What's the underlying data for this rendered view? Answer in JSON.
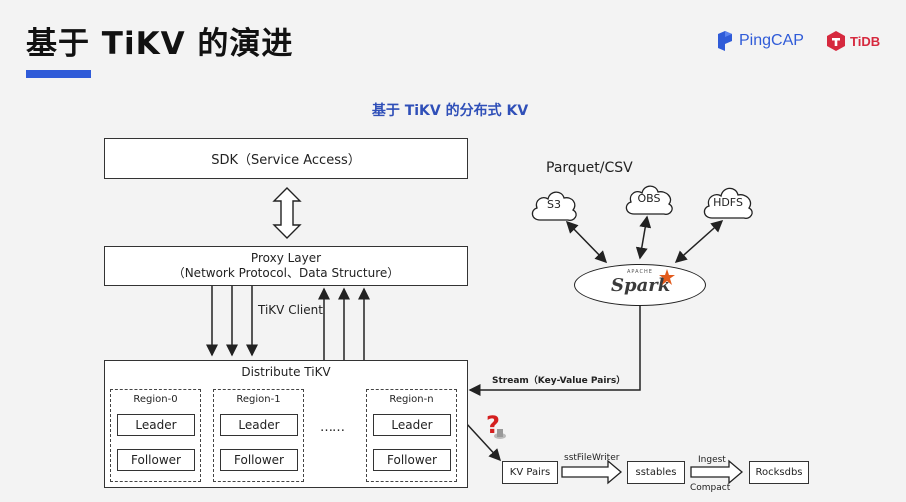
{
  "header": {
    "title": "基于 TiKV 的演进",
    "accent_color": "#2f5bd8",
    "brand_pingcap": "PingCAP",
    "brand_tidb": "TiDB",
    "pingcap_color": "#2f5bd8",
    "tidb_color": "#d6293e"
  },
  "diagram": {
    "subtitle": "基于 TiKV 的分布式 KV",
    "sdk": "SDK（Service Access）",
    "proxy_line1": "Proxy Layer",
    "proxy_line2": "（Network Protocol、Data Structure）",
    "client_label": "TiKV Client",
    "distribute_title": "Distribute TiKV",
    "regions": [
      {
        "name": "Region-0",
        "leader": "Leader",
        "follower": "Follower"
      },
      {
        "name": "Region-1",
        "leader": "Leader",
        "follower": "Follower"
      },
      {
        "name": "Region-n",
        "leader": "Leader",
        "follower": "Follower"
      }
    ],
    "ellipsis": "……",
    "parquet_label": "Parquet/CSV",
    "clouds": [
      "S3",
      "OBS",
      "HDFS"
    ],
    "spark_label": "Spark",
    "spark_apache": "APACHE",
    "stream_label": "Stream（Key-Value Pairs）",
    "kv_pairs": "KV Pairs",
    "sst_writer": "sstFileWriter",
    "sstables": "sstables",
    "ingest": "Ingest",
    "compact": "Compact",
    "rocksdbs": "Rocksdbs",
    "question_mark": "?"
  }
}
